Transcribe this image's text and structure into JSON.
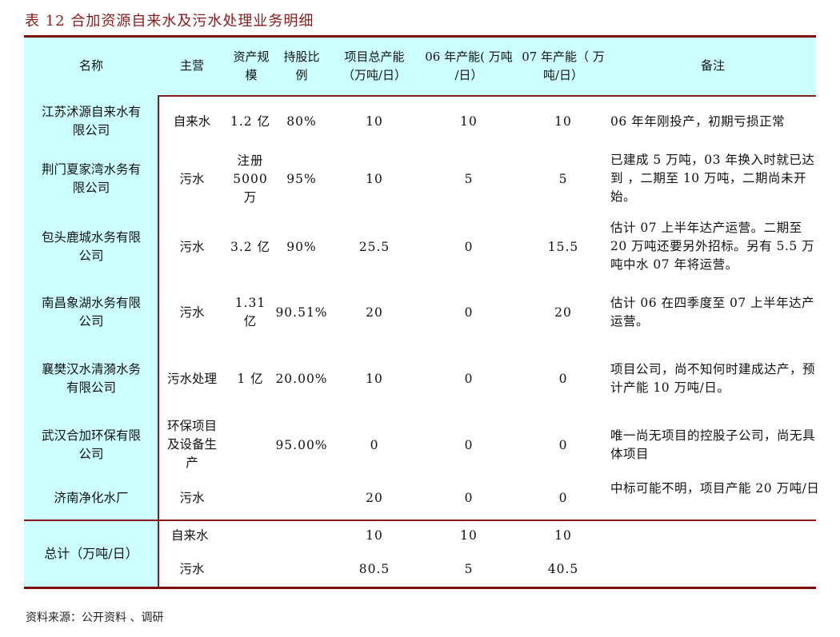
{
  "title": "表 12  合加资源自来水及污水处理业务明细",
  "colors": {
    "rule": "#7f0a0a",
    "header_bg": "#ccffff",
    "title_text": "#8a1b1b"
  },
  "table": {
    "headers": {
      "name": "名称",
      "business": "主营",
      "assets": "资产规\n模",
      "stake": "持股比\n例",
      "total_capacity": "项目总产能\n（万吨/日）",
      "cap06": "06 年产能( 万吨\n/日）",
      "cap07": "07 年产能（ 万\n吨/日）",
      "notes": "备注"
    },
    "rows": [
      {
        "name": "江苏沭源自来水有\n限公司",
        "business": "自来水",
        "assets": "1.2 亿",
        "stake": "80%",
        "total": "10",
        "cap06": "10",
        "cap07": "10",
        "notes": "06 年年刚投产，初期亏损正常"
      },
      {
        "name": "荆门夏家湾水务有\n限公司",
        "business": "污水",
        "assets": "注册\n5000\n万",
        "stake": "95%",
        "total": "10",
        "cap06": "5",
        "cap07": "5",
        "notes": "已建成 5 万吨，03 年换入时就已达到 ，二期至 10 万吨，二期尚未开始。"
      },
      {
        "name": "包头鹿城水务有限\n公司",
        "business": "污水",
        "assets": "3.2 亿",
        "stake": "90%",
        "total": "25.5",
        "cap06": "0",
        "cap07": "15.5",
        "notes": "估计 07 上半年达产运营。二期至 20 万吨还要另外招标。另有 5.5 万吨中水 07 年将运营。"
      },
      {
        "name": "南昌象湖水务有限\n公司",
        "business": "污水",
        "assets": "1.31\n亿",
        "stake": "90.51%",
        "total": "20",
        "cap06": "0",
        "cap07": "20",
        "notes": "估计 06 在四季度至 07 上半年达产运营。"
      },
      {
        "name": "襄樊汉水清漪水务\n有限公司",
        "business": "污水处理",
        "assets": "1 亿",
        "stake": "20.00%",
        "total": "10",
        "cap06": "0",
        "cap07": "0",
        "notes": "项目公司，尚不知何时建成达产，预计产能 10 万吨/日。"
      },
      {
        "name": "武汉合加环保有限\n公司",
        "business": "环保项目\n及设备生\n产",
        "assets": "",
        "stake": "95.00%",
        "total": "0",
        "cap06": "0",
        "cap07": "0",
        "notes": "唯一尚无项目的控股子公司，尚无具体项目"
      },
      {
        "name": "济南净化水厂",
        "business": "污水",
        "assets": "",
        "stake": "",
        "total": "20",
        "cap06": "0",
        "cap07": "0",
        "notes": "中标可能不明，项目产能 20 万吨/日"
      }
    ],
    "totals": {
      "label": "总计（万吨/日）",
      "rows": [
        {
          "type": "自来水",
          "total": "10",
          "cap06": "10",
          "cap07": "10"
        },
        {
          "type": "污水",
          "total": "80.5",
          "cap06": "5",
          "cap07": "40.5"
        }
      ]
    }
  },
  "source": "资料来源：公开资料 、调研"
}
